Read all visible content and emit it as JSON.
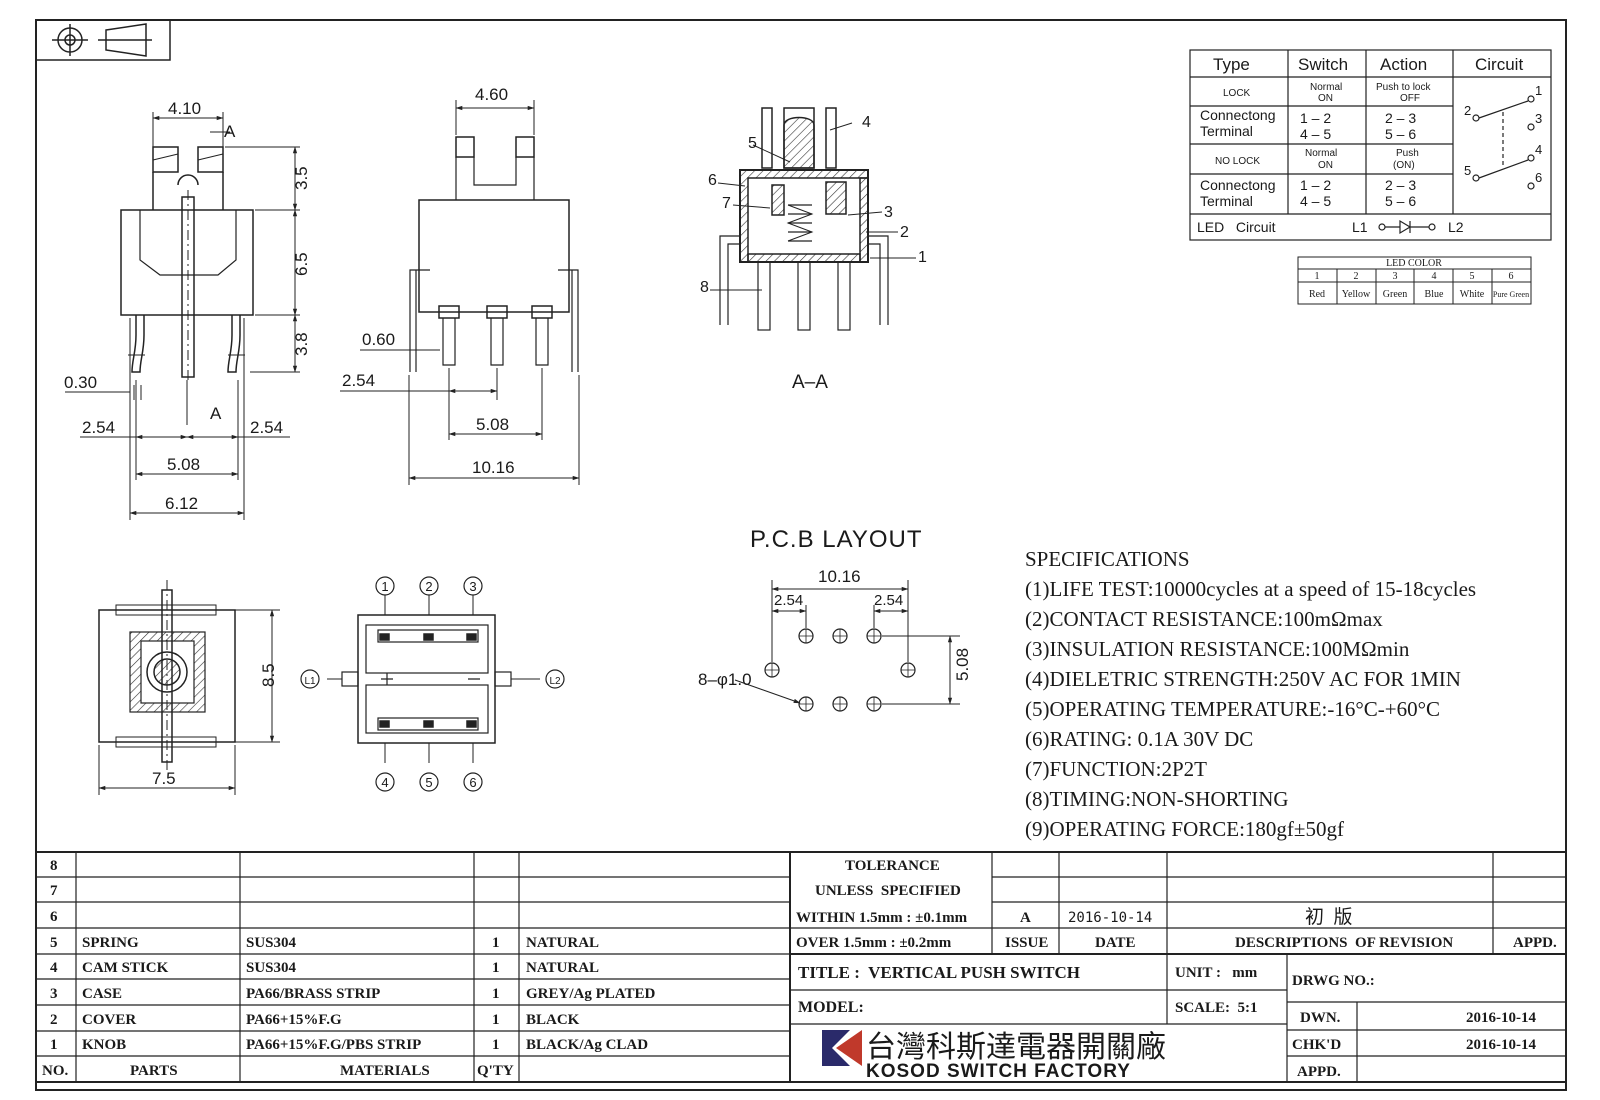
{
  "dimensions": {
    "front_w": "4.10",
    "front_a_top": "A",
    "front_h1": "3.5",
    "front_h2": "6.5",
    "front_h3": "3.8",
    "front_pin": "0.30",
    "front_p1": "2.54",
    "front_a_bot": "A",
    "front_p2": "2.54",
    "front_508": "5.08",
    "front_612": "6.12",
    "side_top": "4.60",
    "side_060": "0.60",
    "side_254": "2.54",
    "side_508": "5.08",
    "side_1016": "10.16",
    "bottom_85": "8.5",
    "bottom_75": "7.5"
  },
  "section": {
    "title": "A–A",
    "callouts": [
      "1",
      "2",
      "3",
      "4",
      "5",
      "6",
      "7",
      "8"
    ]
  },
  "terminals": {
    "top": [
      "1",
      "2",
      "3"
    ],
    "bottom": [
      "4",
      "5",
      "6"
    ],
    "left": "L1",
    "right": "L2"
  },
  "pcb": {
    "title": "P.C.B LAYOUT",
    "w": "10.16",
    "p1": "2.54",
    "p2": "2.54",
    "h": "5.08",
    "holes": "8–φ1.0"
  },
  "circuit_table": {
    "headers": [
      "Type",
      "Switch",
      "Action",
      "Circuit"
    ],
    "lock": "LOCK",
    "lock_switch": [
      "Normal",
      "ON"
    ],
    "lock_action": [
      "Push to lock",
      "OFF"
    ],
    "conn_label": [
      "Connectong",
      "Terminal"
    ],
    "conn_switch": [
      "1 – 2",
      "4 – 5"
    ],
    "conn_action": [
      "2 – 3",
      "5 – 6"
    ],
    "nolock": "NO LOCK",
    "nolock_switch": [
      "Normal",
      "ON"
    ],
    "nolock_action": [
      "Push",
      "(ON)"
    ],
    "led_label": "LED   Circuit",
    "led_l1": "L1",
    "led_l2": "L2",
    "circuit_nums": [
      "1",
      "2",
      "3",
      "4",
      "5",
      "6"
    ]
  },
  "led_color": {
    "title": "LED COLOR",
    "nums": [
      "1",
      "2",
      "3",
      "4",
      "5",
      "6"
    ],
    "names": [
      "Red",
      "Yellow",
      "Green",
      "Blue",
      "White",
      "Pure Green"
    ]
  },
  "specifications": {
    "title": "SPECIFICATIONS",
    "items": [
      "(1)LIFE TEST:10000cycles at a speed of 15-18cycles",
      "(2)CONTACT RESISTANCE:100mΩmax",
      "(3)INSULATION RESISTANCE:100MΩmin",
      "(4)DIELETRIC STRENGTH:250V AC FOR 1MIN",
      "(5)OPERATING TEMPERATURE:-16°C-+60°C",
      "(6)RATING: 0.1A 30V DC",
      "(7)FUNCTION:2P2T",
      "(8)TIMING:NON-SHORTING",
      "(9)OPERATING FORCE:180gf±50gf"
    ]
  },
  "bom": {
    "row_numbers": [
      "8",
      "7",
      "6"
    ],
    "parts": [
      {
        "no": "5",
        "part": "SPRING",
        "material": "SUS304",
        "qty": "1",
        "finish": "NATURAL"
      },
      {
        "no": "4",
        "part": "CAM STICK",
        "material": "SUS304",
        "qty": "1",
        "finish": "NATURAL"
      },
      {
        "no": "3",
        "part": "CASE",
        "material": "PA66/BRASS STRIP",
        "qty": "1",
        "finish": "GREY/Ag PLATED"
      },
      {
        "no": "2",
        "part": "COVER",
        "material": "PA66+15%F.G",
        "qty": "1",
        "finish": "BLACK"
      },
      {
        "no": "1",
        "part": "KNOB",
        "material": "PA66+15%F.G/PBS STRIP",
        "qty": "1",
        "finish": "BLACK/Ag CLAD"
      }
    ],
    "header": {
      "no": "NO.",
      "part": "PARTS",
      "material": "MATERIALS",
      "qty": "Q'TY"
    }
  },
  "title_block": {
    "tol1": "TOLERANCE",
    "tol2": "UNLESS  SPECIFIED",
    "tol3": "WITHIN 1.5mm : ±0.1mm",
    "tol4": "OVER 1.5mm : ±0.2mm",
    "rev_issue": "A",
    "rev_date": "2016-10-14",
    "rev_desc": "初  版",
    "h_issue": "ISSUE",
    "h_date": "DATE",
    "h_desc": "DESCRIPTIONS  OF REVISION",
    "h_appd": "APPD.",
    "title": "TITLE :  VERTICAL PUSH SWITCH",
    "unit": "UNIT :   mm",
    "model": "MODEL:",
    "scale": "SCALE:  5:1",
    "drwg": "DRWG NO.:",
    "dwn": "DWN.",
    "dwn_date": "2016-10-14",
    "chkd": "CHK'D",
    "chkd_date": "2016-10-14",
    "appd": "APPD.",
    "company_cn": "台灣科斯達電器開關廠",
    "company_en": "KOSOD SWITCH FACTORY"
  }
}
